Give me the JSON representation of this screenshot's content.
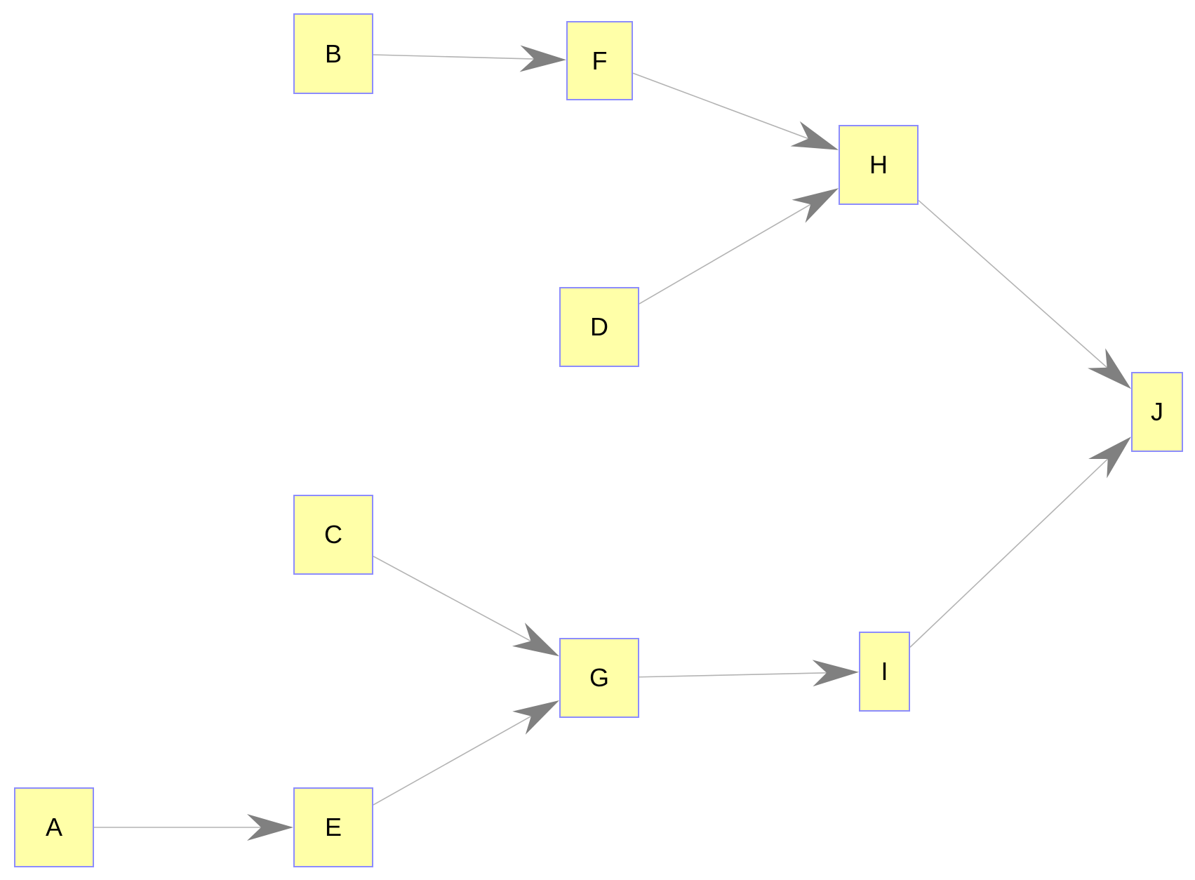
{
  "nodes": {
    "A": "A",
    "B": "B",
    "C": "C",
    "D": "D",
    "E": "E",
    "F": "F",
    "G": "G",
    "H": "H",
    "I": "I",
    "J": "J"
  },
  "edges": [
    {
      "from": "A",
      "to": "E"
    },
    {
      "from": "B",
      "to": "F"
    },
    {
      "from": "C",
      "to": "G"
    },
    {
      "from": "D",
      "to": "H"
    },
    {
      "from": "E",
      "to": "G"
    },
    {
      "from": "F",
      "to": "H"
    },
    {
      "from": "G",
      "to": "I"
    },
    {
      "from": "H",
      "to": "J"
    },
    {
      "from": "I",
      "to": "J"
    }
  ],
  "colors": {
    "node_fill": "#ffffa8",
    "node_border": "#8c8cff",
    "edge_line": "#b3b3b3",
    "arrowhead": "#808080"
  }
}
